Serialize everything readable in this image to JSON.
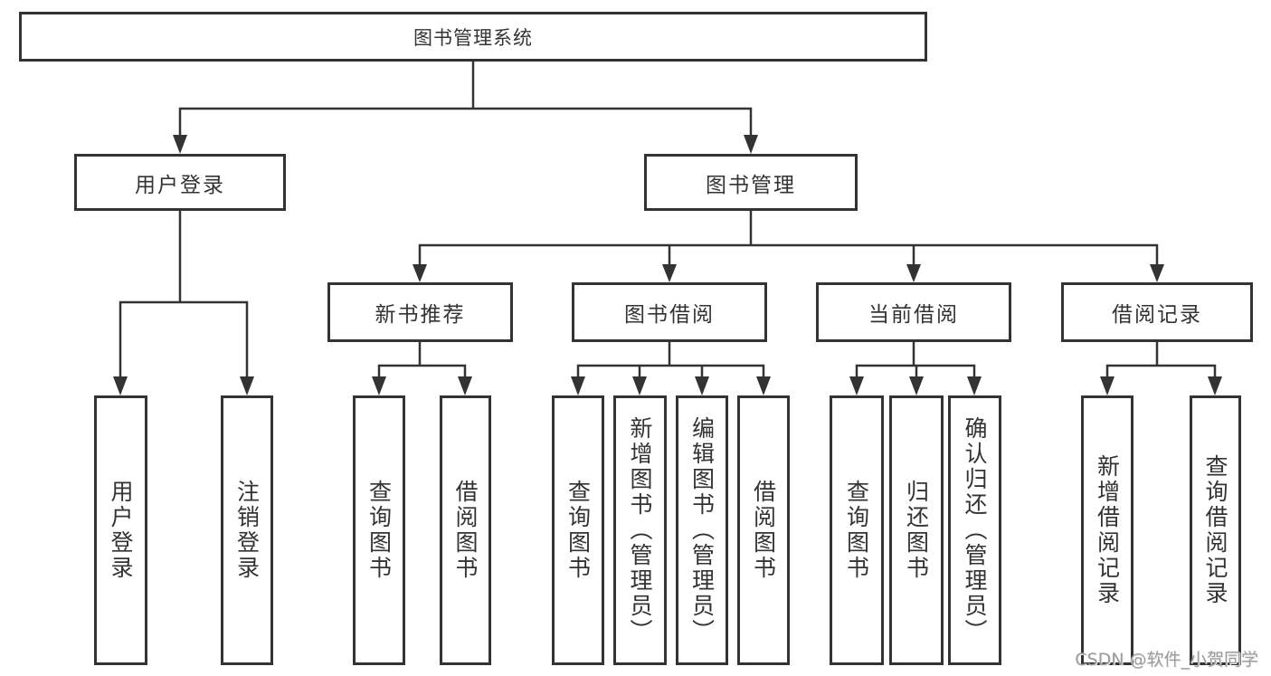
{
  "diagram": {
    "root": "图书管理系统",
    "level2": [
      "用户登录",
      "图书管理"
    ],
    "level3": [
      "新书推荐",
      "图书借阅",
      "当前借阅",
      "借阅记录"
    ],
    "leaves": {
      "user_login": [
        "用户登录",
        "注销登录"
      ],
      "new_book_recommend": [
        "查询图书",
        "借阅图书"
      ],
      "book_borrow": [
        "查询图书",
        "新增图书（管理员）",
        "编辑图书（管理员）",
        "借阅图书"
      ],
      "current_borrow": [
        "查询图书",
        "归还图书",
        "确认归还（管理员）"
      ],
      "borrow_records": [
        "新增借阅记录",
        "查询借阅记录"
      ]
    }
  },
  "watermark": "CSDN @软件_小贺同学",
  "colors": {
    "line": "#333333",
    "text": "#333333",
    "watermark": "#9c9c9c",
    "background": "#ffffff"
  }
}
